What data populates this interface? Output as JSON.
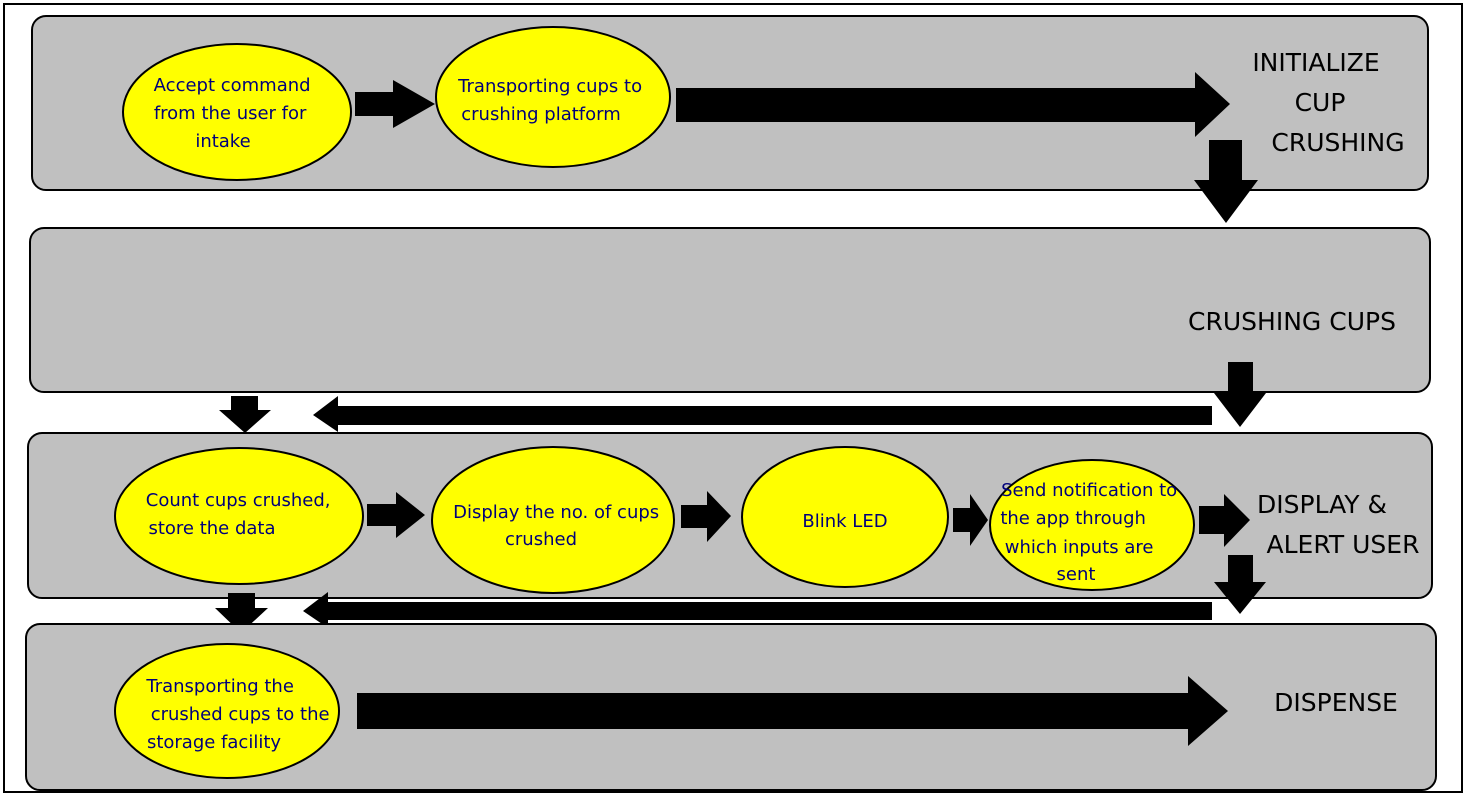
{
  "stages": {
    "initialize": [
      "INITIALIZE",
      "CUP",
      "CRUSHING"
    ],
    "crushing": [
      "CRUSHING CUPS"
    ],
    "display": [
      "DISPLAY &",
      "ALERT USER"
    ],
    "dispense": [
      "DISPENSE"
    ]
  },
  "nodes": {
    "accept_command": [
      "Accept command",
      "from the user for",
      "intake"
    ],
    "transport_to_platform": [
      "Transporting cups to",
      "crushing platform"
    ],
    "count_cups": [
      "Count cups crushed,",
      "store the data"
    ],
    "display_count": [
      "Display the no. of cups",
      "crushed"
    ],
    "blink_led": [
      "Blink LED"
    ],
    "send_notification": [
      "Send notification to",
      "the app through",
      "which inputs are",
      "sent"
    ],
    "transport_to_storage": [
      "Transporting the",
      "crushed cups to the",
      "storage facility"
    ]
  },
  "colors": {
    "panel": "#c0c0c0",
    "node_fill": "#ffff00",
    "node_text": "#00007a",
    "arrow": "#000000"
  }
}
